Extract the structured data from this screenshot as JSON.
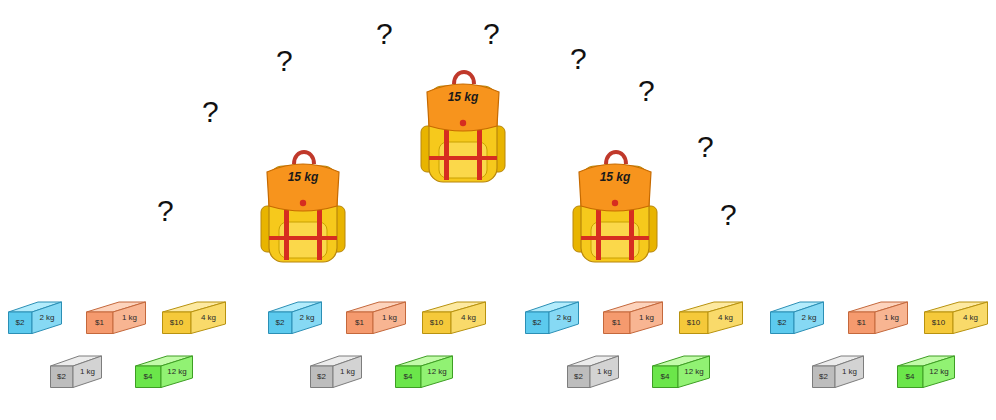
{
  "diagram": {
    "nodes": [
      {
        "text": [
          "15 kg"
        ]
      },
      {
        "text": [
          "15 kg"
        ]
      },
      {
        "text": [
          "15 kg"
        ]
      },
      {
        "text": [
          "$2",
          "2 kg"
        ]
      },
      {
        "text": [
          "$1",
          "1 kg"
        ]
      },
      {
        "text": [
          "$10",
          "4 kg"
        ]
      },
      {
        "text": [
          "$2",
          "2 kg"
        ]
      },
      {
        "text": [
          "$1",
          "1 kg"
        ]
      },
      {
        "text": [
          "$10",
          "4 kg"
        ]
      },
      {
        "text": [
          "$2",
          "2 kg"
        ]
      },
      {
        "text": [
          "$1",
          "1 kg"
        ]
      },
      {
        "text": [
          "$10",
          "4 kg"
        ]
      },
      {
        "text": [
          "$2",
          "2 kg"
        ]
      },
      {
        "text": [
          "$1",
          "1 kg"
        ]
      },
      {
        "text": [
          "$10",
          "4 kg"
        ]
      },
      {
        "text": [
          "$2",
          "1 kg"
        ]
      },
      {
        "text": [
          "$4",
          "12 kg"
        ]
      },
      {
        "text": [
          "$2",
          "1 kg"
        ]
      },
      {
        "text": [
          "$4",
          "12 kg"
        ]
      },
      {
        "text": [
          "$2",
          "1 kg"
        ]
      },
      {
        "text": [
          "$4",
          "12 kg"
        ]
      },
      {
        "text": [
          "$2",
          "1 kg"
        ]
      },
      {
        "text": [
          "$4",
          "12 kg"
        ]
      }
    ],
    "labels": [
      "?",
      "?",
      "?",
      "?",
      "?",
      "?",
      "?",
      "?",
      "?"
    ]
  }
}
